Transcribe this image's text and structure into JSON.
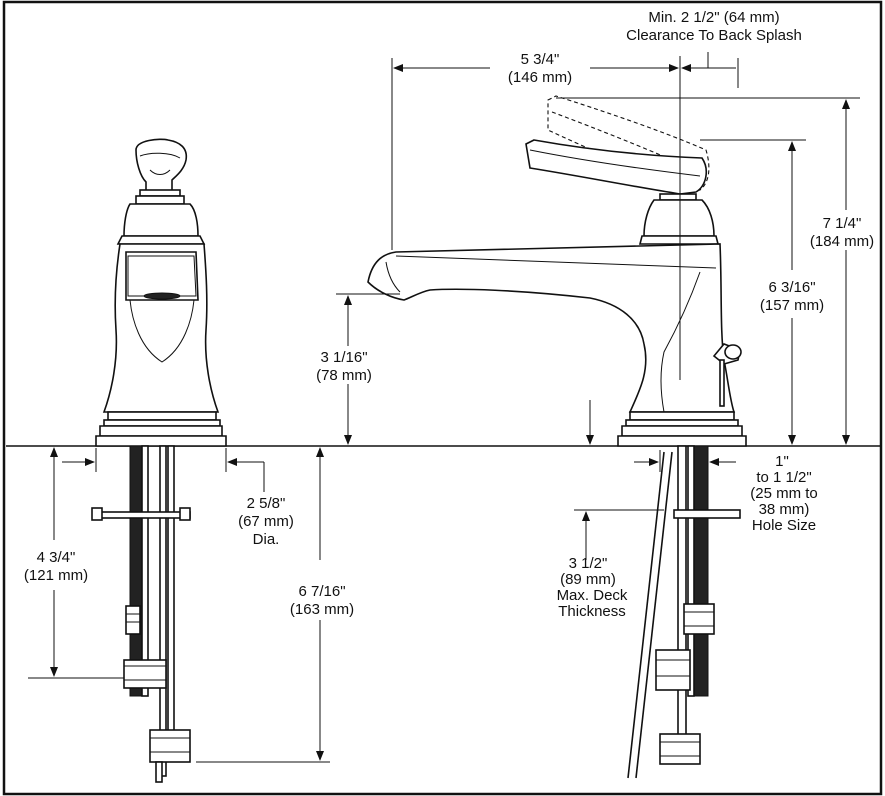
{
  "dimensions": {
    "clearance_line1": "Min. 2 1/2\" (64 mm)",
    "clearance_line2": "Clearance To Back Splash",
    "spout_reach_in": "5 3/4\"",
    "spout_reach_mm": "(146 mm)",
    "overall_height_in": "7 1/4\"",
    "overall_height_mm": "(184 mm)",
    "handle_height_in": "6 3/16\"",
    "handle_height_mm": "(157 mm)",
    "spout_height_in": "3 1/16\"",
    "spout_height_mm": "(78 mm)",
    "hole_size_line1": "1\"",
    "hole_size_line2": "to 1 1/2\"",
    "hole_size_line3": "(25 mm to",
    "hole_size_line4": "38 mm)",
    "hole_size_line5": "Hole Size",
    "base_dia_in": "2 5/8\"",
    "base_dia_mm": "(67 mm)",
    "base_dia_label": "Dia.",
    "shank_in": "4 3/4\"",
    "shank_mm": "(121 mm)",
    "supply_in": "6 7/16\"",
    "supply_mm": "(163 mm)",
    "deck_in": "3 1/2\"",
    "deck_mm": "(89 mm)",
    "deck_line3": "Max. Deck",
    "deck_line4": "Thickness"
  }
}
